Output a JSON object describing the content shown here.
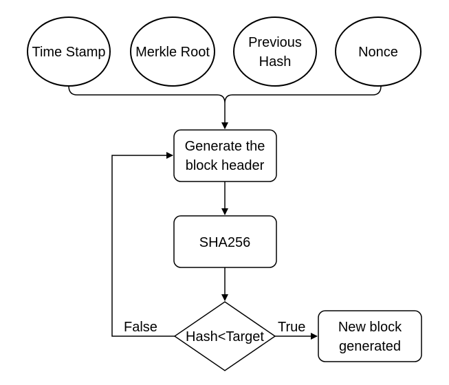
{
  "diagram": {
    "inputs": {
      "time_stamp": "Time Stamp",
      "merkle_root": "Merkle Root",
      "previous_hash_line1": "Previous",
      "previous_hash_line2": "Hash",
      "nonce": "Nonce"
    },
    "process": {
      "generate_line1": "Generate the",
      "generate_line2": "block header",
      "sha": "SHA256"
    },
    "decision": {
      "label": "Hash<Target"
    },
    "output": {
      "line1": "New block",
      "line2": "generated"
    },
    "edges": {
      "false_label": "False",
      "true_label": "True"
    }
  },
  "colors": {
    "stroke": "#000000",
    "fill": "#ffffff",
    "text": "#000000"
  }
}
